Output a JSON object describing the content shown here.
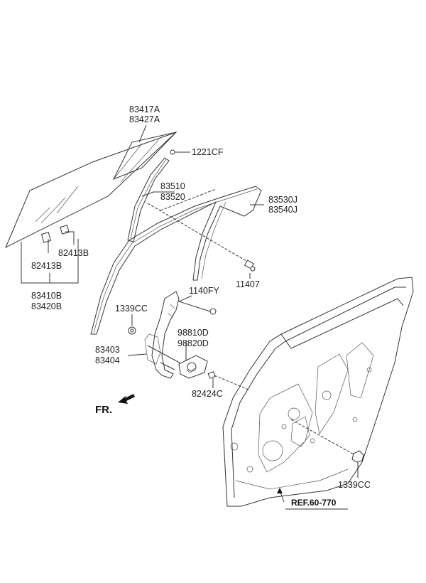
{
  "labels": {
    "glass_a": "83417A",
    "glass_b": "83427A",
    "screw_top": "1221CF",
    "channel_a": "83510",
    "channel_b": "83520",
    "frame_a": "83530J",
    "frame_b": "83540J",
    "clip_upper": "82413B",
    "clip_lower": "82413B",
    "door_glass_a": "83410B",
    "door_glass_b": "83420B",
    "bolt": "11407",
    "bolt_fy": "1140FY",
    "nut_left": "1339CC",
    "motor_a": "98810D",
    "motor_b": "98820D",
    "regulator_a": "83403",
    "regulator_b": "83404",
    "connector": "82424C",
    "front": "FR.",
    "nut_right": "1339CC",
    "reference": "REF.60-770"
  },
  "colors": {
    "line": "#333333",
    "text": "#222222",
    "background": "#ffffff"
  }
}
